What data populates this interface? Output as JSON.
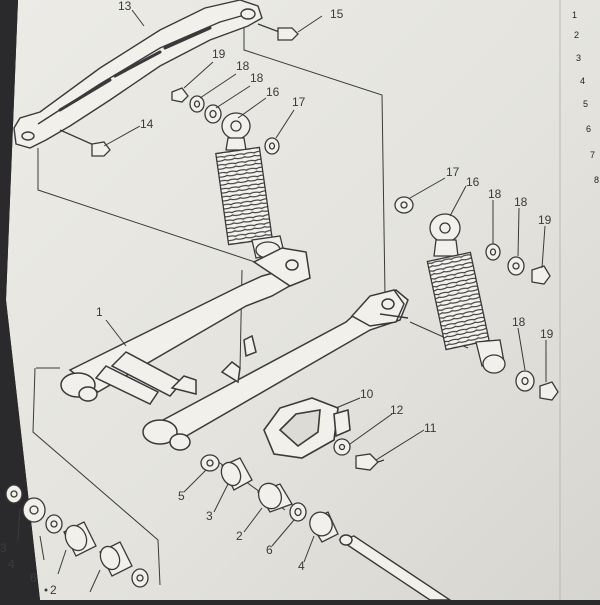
{
  "diagram": {
    "part_callouts": {
      "p1": "1",
      "p2a": "2",
      "p2b": "2",
      "p3": "3",
      "p4a": "4",
      "p4b": "4",
      "p5": "5",
      "p6a": "6",
      "p6b": "6",
      "p10": "10",
      "p11": "11",
      "p12": "12",
      "p13": "13",
      "p14": "14",
      "p15": "15",
      "p16a": "16",
      "p16b": "16",
      "p17a": "17",
      "p17b": "17",
      "p18a": "18",
      "p18b": "18",
      "p18c": "18",
      "p18d": "18",
      "p18e": "18",
      "p19a": "19",
      "p19b": "19",
      "p19c": "19",
      "p3b": "3"
    },
    "parts_list_numbers": [
      "1",
      "2",
      "3",
      "4",
      "5",
      "6",
      "7",
      "8"
    ],
    "colors": {
      "paper": "#ecebe6",
      "ink": "#3a3a3a",
      "shadow": "#2a2a2c"
    }
  }
}
